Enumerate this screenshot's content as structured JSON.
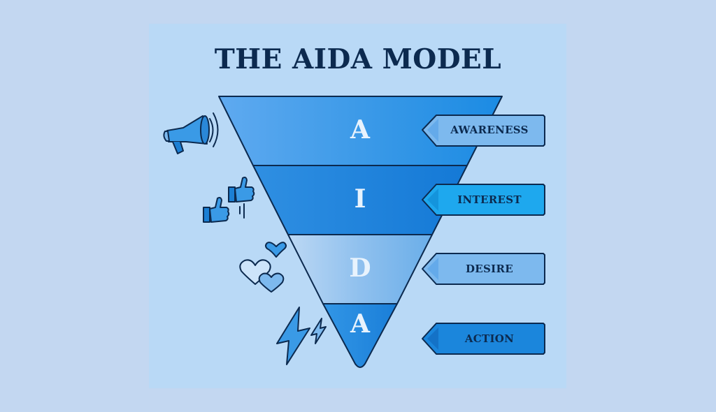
{
  "title": "THE AIDA MODEL",
  "stages": [
    {
      "letter": "A",
      "label": "AWARENESS",
      "icon": "megaphone-icon"
    },
    {
      "letter": "I",
      "label": "INTEREST",
      "icon": "thumbs-up-icon"
    },
    {
      "letter": "D",
      "label": "DESIRE",
      "icon": "hearts-icon"
    },
    {
      "letter": "A",
      "label": "ACTION",
      "icon": "lightning-icon"
    }
  ],
  "colors": {
    "background": "#c3d7f1",
    "panel": "#b9d9f6",
    "outline": "#0c2a4f",
    "awareness": "#3b9be8",
    "interest": "#1f86e0",
    "desire": "#7ab8ec",
    "action": "#1a86dc"
  }
}
